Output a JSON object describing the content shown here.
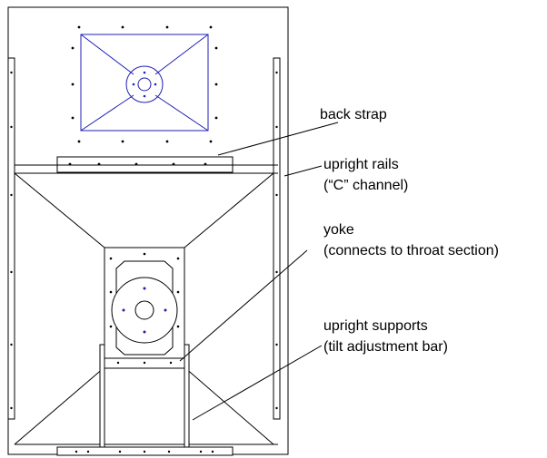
{
  "colors": {
    "line": "#000000",
    "detail": "#1f1fb4",
    "background": "#ffffff"
  },
  "labels": {
    "back_strap": "back strap",
    "upright_rails_1": "upright rails",
    "upright_rails_2": "(“C” channel)",
    "yoke_1": "yoke",
    "yoke_2": "(connects to throat section)",
    "upright_supports_1": "upright supports",
    "upright_supports_2": "(tilt adjustment bar)"
  }
}
